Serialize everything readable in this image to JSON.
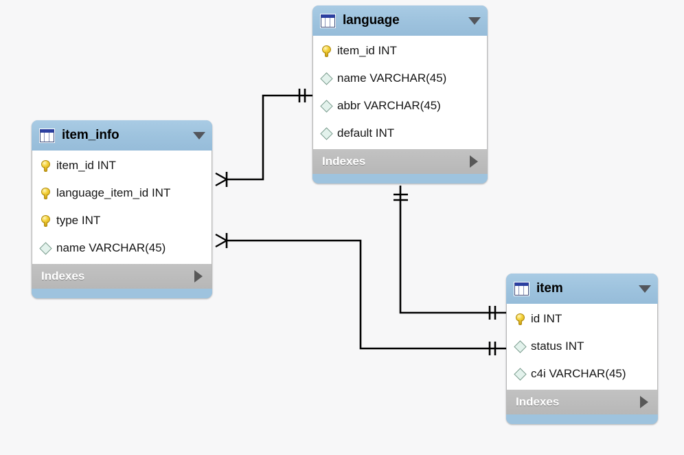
{
  "diagram": {
    "type": "er-diagram",
    "background_color": "#f7f7f8",
    "header_color": "#9ec3de",
    "indexes_bar_color": "#bababa",
    "key_icon_color": "#f0cb2e",
    "diamond_icon_color": "#e3f2ec",
    "line_color": "#000000"
  },
  "tables": [
    {
      "name": "language",
      "title": "language",
      "indexes_label": "Indexes",
      "columns": [
        {
          "icon": "key-icon",
          "label": "item_id INT"
        },
        {
          "icon": "diamond-icon",
          "label": "name VARCHAR(45)"
        },
        {
          "icon": "diamond-icon",
          "label": "abbr VARCHAR(45)"
        },
        {
          "icon": "diamond-icon",
          "label": "default INT"
        }
      ]
    },
    {
      "name": "item_info",
      "title": "item_info",
      "indexes_label": "Indexes",
      "columns": [
        {
          "icon": "key-icon",
          "label": "item_id INT"
        },
        {
          "icon": "key-icon",
          "label": "language_item_id INT"
        },
        {
          "icon": "key-icon",
          "label": "type INT"
        },
        {
          "icon": "diamond-icon",
          "label": "name VARCHAR(45)"
        }
      ]
    },
    {
      "name": "item",
      "title": "item",
      "indexes_label": "Indexes",
      "columns": [
        {
          "icon": "key-icon",
          "label": "id INT"
        },
        {
          "icon": "diamond-icon",
          "label": "status INT"
        },
        {
          "icon": "diamond-icon",
          "label": "c4i VARCHAR(45)"
        }
      ]
    }
  ],
  "relationships": [
    {
      "name": "item_info-to-language",
      "from_table": "item_info",
      "from_cardinality": "many",
      "to_table": "language",
      "to_cardinality": "one"
    },
    {
      "name": "language-to-item",
      "from_table": "language",
      "from_cardinality": "one",
      "to_table": "item",
      "to_cardinality": "one"
    },
    {
      "name": "item_info-to-item",
      "from_table": "item_info",
      "from_cardinality": "many",
      "to_table": "item",
      "to_cardinality": "one"
    }
  ]
}
